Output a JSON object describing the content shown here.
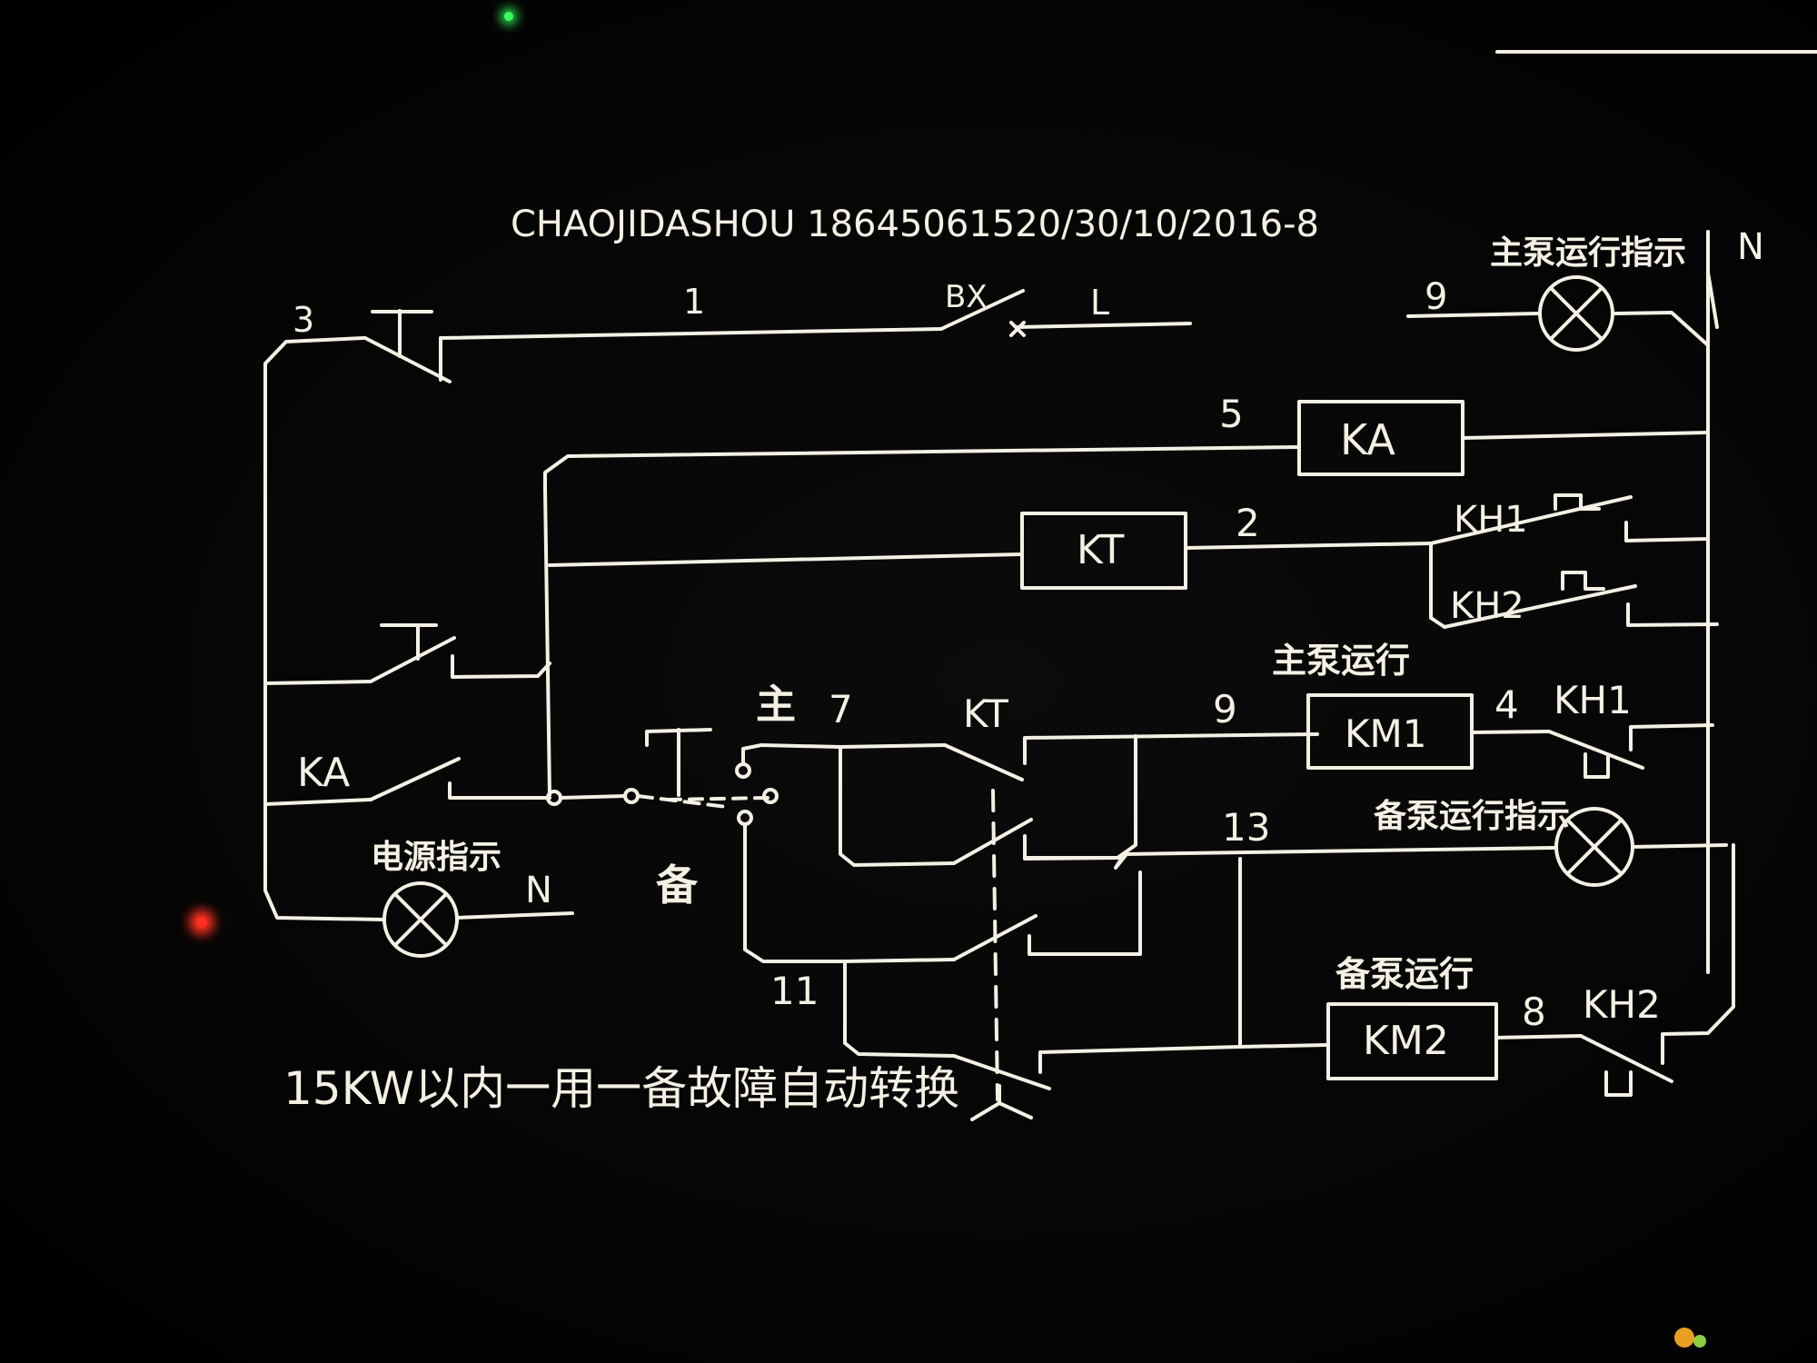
{
  "header": {
    "stamp": "CHAOJIDASHOU 18645061520/30/10/2016-8"
  },
  "terminals": {
    "L": "L",
    "N_top": "N",
    "N_lamp": "N"
  },
  "wire_numbers": {
    "w3": "3",
    "w1": "1",
    "w9_top": "9",
    "w5": "5",
    "w2": "2",
    "w7": "7",
    "w9_mid": "9",
    "w4": "4",
    "w13": "13",
    "w11": "11",
    "w8": "8"
  },
  "components": {
    "fuse": "BX",
    "relay_ka": "KA",
    "timer_kt": "KT",
    "kt_contact": "KT",
    "ka_contact": "KA",
    "km1": "KM1",
    "km2": "KM2",
    "kh1_upper": "KH1",
    "kh2_upper": "KH2",
    "kh1_lower": "KH1",
    "kh2_lower": "KH2"
  },
  "labels": {
    "main_run_indicator": "主泵运行指示",
    "main_run": "主泵运行",
    "standby_run_indicator": "备泵运行指示",
    "standby_run": "备泵运行",
    "power_indicator": "电源指示",
    "selector_main": "主",
    "selector_standby": "备",
    "caption": "15KW以内一用一备故障自动转换"
  },
  "colors": {
    "line": "#f4f0e4",
    "background": "#000000",
    "status_led_green": "#35ff5a",
    "status_led_red": "#ff3020"
  }
}
